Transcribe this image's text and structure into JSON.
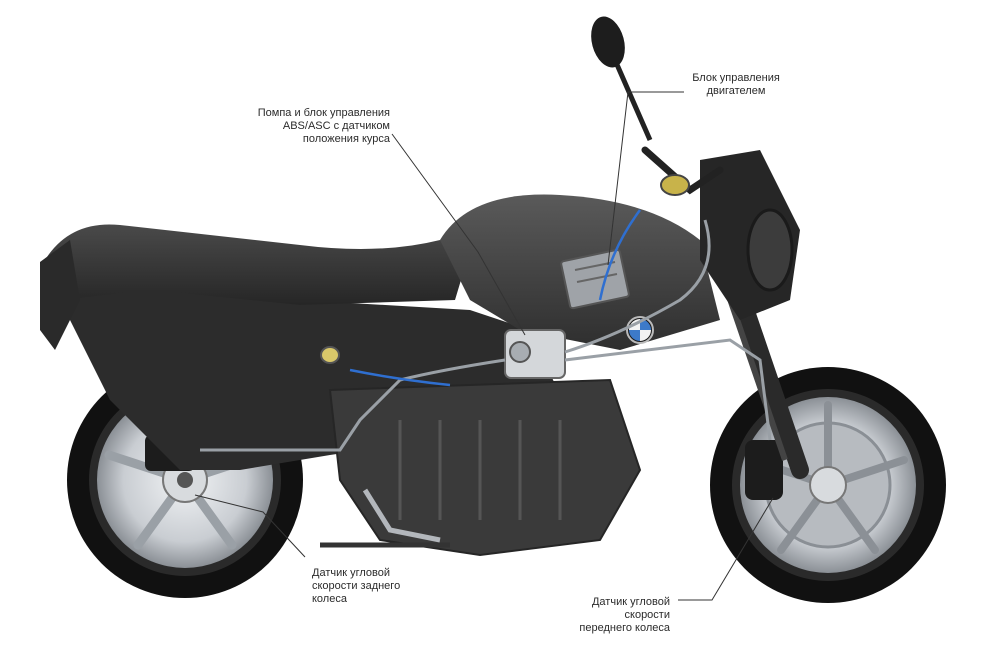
{
  "callouts": {
    "engine_unit": {
      "lines": [
        "Блок управления",
        "двигателем"
      ]
    },
    "abs_pump": {
      "lines": [
        "Помпа и блок управления",
        "ABS/ASC с датчиком",
        "положения курса"
      ]
    },
    "rear_sensor": {
      "lines": [
        "Датчик угловой",
        "скорости заднего",
        "колеса"
      ]
    },
    "front_sensor": {
      "lines": [
        "Датчик угловой",
        "скорости",
        "переднего колеса"
      ]
    }
  },
  "logo_text": "BMW",
  "colors": {
    "body": "#3a3a3a",
    "body_dark": "#1f1f1f",
    "tire": "#111111",
    "rim": "#c9cdd2",
    "leader": "#333333",
    "brake_line": "#9aa0a6",
    "sensor_cable": "#2f6fd0"
  }
}
